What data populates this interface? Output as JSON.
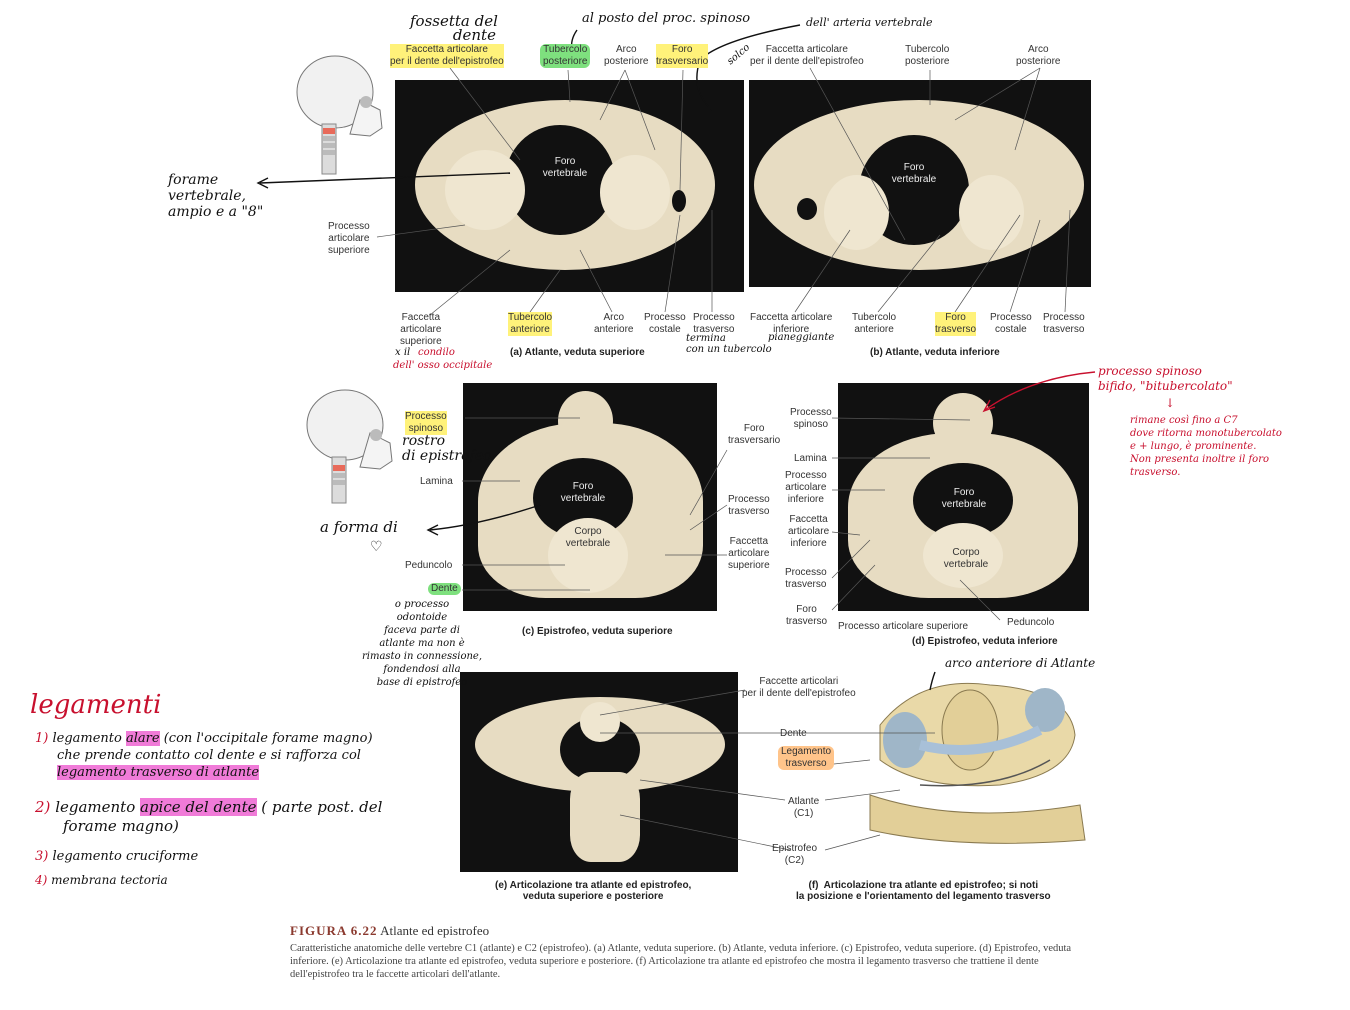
{
  "figure": {
    "title_prefix": "FIGURA  6.22",
    "title": "Atlante ed epistrofeo",
    "description": "Caratteristiche anatomiche delle vertebre C1 (atlante) e C2 (epistrofeo). (a) Atlante, veduta superiore. (b) Atlante, veduta inferiore. (c) Epistrofeo, veduta superiore. (d) Epistrofeo, veduta inferiore. (e) Articolazione tra atlante ed epistrofeo, veduta superiore e posteriore. (f) Articolazione tra atlante ed epistrofeo che mostra il legamento trasverso che trattiene il dente dell'epistrofeo tra le faccette articolari dell'atlante."
  },
  "panel_a": {
    "caption": "(a) Atlante, veduta superiore",
    "foro": "Foro\nvertebrale",
    "labels": {
      "faccetta_dente": "Faccetta articolare\nper il dente dell'epistrofeo",
      "tubercolo_post": "Tubercolo\nposteriore",
      "arco_post": "Arco\nposteriore",
      "foro_trasv": "Foro\ntrasversario",
      "proc_art_sup": "Processo\narticolare\nsuperiore",
      "faccetta_art_sup": "Faccetta\narticolare\nsuperiore",
      "tubercolo_ant": "Tubercolo\nanteriore",
      "arco_ant": "Arco\nanteriore",
      "proc_costale": "Processo\ncostale",
      "proc_trasv": "Processo\ntrasverso"
    }
  },
  "panel_b": {
    "caption": "(b) Atlante, veduta inferiore",
    "foro": "Foro\nvertebrale",
    "labels": {
      "faccetta_dente": "Faccetta articolare\nper il dente dell'epistrofeo",
      "tubercolo_post": "Tubercolo\nposteriore",
      "arco_post": "Arco\nposteriore",
      "faccetta_art_inf": "Faccetta articolare\ninferiore",
      "tubercolo_ant": "Tubercolo\nanteriore",
      "foro_trasv": "Foro\ntrasverso",
      "proc_costale": "Processo\ncostale",
      "proc_trasv": "Processo\ntrasverso"
    }
  },
  "panel_c": {
    "caption": "(c) Epistrofeo, veduta superiore",
    "foro": "Foro\nvertebrale",
    "corpo": "Corpo\nvertebrale",
    "labels": {
      "proc_spinoso": "Processo\nspinoso",
      "lamina": "Lamina",
      "peduncolo": "Peduncolo",
      "dente": "Dente",
      "foro_trasv": "Foro\ntrasversario",
      "proc_trasv": "Processo\ntrasverso",
      "faccetta_art_sup": "Faccetta\narticolare\nsuperiore"
    }
  },
  "panel_d": {
    "caption": "(d) Epistrofeo, veduta inferiore",
    "foro": "Foro\nvertebrale",
    "corpo": "Corpo\nvertebrale",
    "labels": {
      "proc_spinoso": "Processo\nspinoso",
      "lamina": "Lamina",
      "proc_art_inf": "Processo\narticolare\ninferiore",
      "faccetta_art_inf": "Faccetta\narticolare\ninferiore",
      "proc_trasv": "Processo\ntrasverso",
      "foro_trasv": "Foro\ntrasverso",
      "proc_art_sup": "Processo articolare superiore",
      "peduncolo": "Peduncolo"
    }
  },
  "panel_e": {
    "caption": "(e) Articolazione tra atlante ed epistrofeo,\nveduta superiore e posteriore"
  },
  "panel_f": {
    "caption": "(f)  Articolazione tra atlante ed epistrofeo; si noti\nla posizione e l'orientamento del legamento trasverso",
    "labels": {
      "faccette": "Faccette articolari\nper il dente dell'epistrofeo",
      "dente": "Dente",
      "legamento": "Legamento\ntrasverso",
      "atlante": "Atlante\n(C1)",
      "epistrofeo": "Epistrofeo\n(C2)"
    }
  },
  "handwritten": {
    "fossetta": "fossetta del\n         dente",
    "al_posto": "al posto del proc. spinoso",
    "solco": "solco",
    "arteria": "dell' arteria vertebrale",
    "forame": "forame\nvertebrale,\nampio e a \"8\"",
    "condilo_x": "x il",
    "condilo": "condilo\ndell' osso occipitale",
    "termina": "termina\ncon un tubercolo",
    "pianeggiante": "pianeggiante",
    "rostro": "rostro\ndi epistrofeo",
    "a_forma": "a forma di",
    "heart": "♡",
    "processo_odontoide": "o processo\nodontoide\nfaceva parte di\natlante ma non è\nrimasto in connessione,\nfondendosi alla\nbase di epistrofeo",
    "spinoso_red": "processo spinoso\nbifido, \"bitubercolato\"",
    "arrow_down": "↓",
    "rimane": "rimane così fino a C7\ndove ritorna monotubercolato\ne + lungo, è prominente.\nNon presenta inoltre il foro\ntrasverso.",
    "arco_ant_atlante": "arco anteriore di Atlante",
    "legamenti_title": "legamenti",
    "leg1_num": "1)",
    "leg1_a": "legamento",
    "leg1_b": "alare",
    "leg1_c": "(con l'occipitale forame magno)",
    "leg1_d": "che prende contatto col dente e si rafforza col",
    "leg1_e": "legamento trasverso di atlante",
    "leg2_num": "2)",
    "leg2_a": "legamento",
    "leg2_b": "apice del dente",
    "leg2_c": "( parte post. del",
    "leg2_d": "forame magno)",
    "leg3_num": "3)",
    "leg3": "legamento cruciforme",
    "leg4_num": "4)",
    "leg4": "membrana tectoria"
  },
  "colors": {
    "highlight_yellow": "#fff27a",
    "highlight_green": "#7ee07e",
    "highlight_orange": "#ffc48a",
    "highlight_pink": "#f07bd8",
    "ink_red": "#c8102e",
    "bone": "#e7dcc2",
    "photo_bg": "#111111"
  }
}
